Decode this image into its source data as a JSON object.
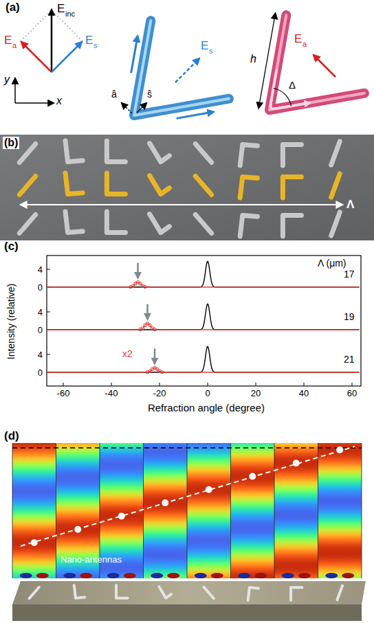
{
  "diagram": {
    "labels": [
      "(a)",
      "E",
      "inc",
      "y",
      "x",
      "E",
      "a",
      "E",
      "s",
      "ŝ",
      "â",
      "E",
      "s",
      "h",
      "E",
      "a",
      "Δ",
      "(b)",
      "Λ",
      "(c)",
      "Λ (μm)",
      "17",
      "19",
      "21",
      "x2",
      "Intensity (relative)",
      "4",
      "0",
      "4",
      "0",
      "4",
      "0",
      "-60",
      "-40",
      "-20",
      "0",
      "20",
      "40",
      "60",
      "Refraction angle (degree)",
      "(d)",
      "Nano-antennas"
    ]
  }
}
